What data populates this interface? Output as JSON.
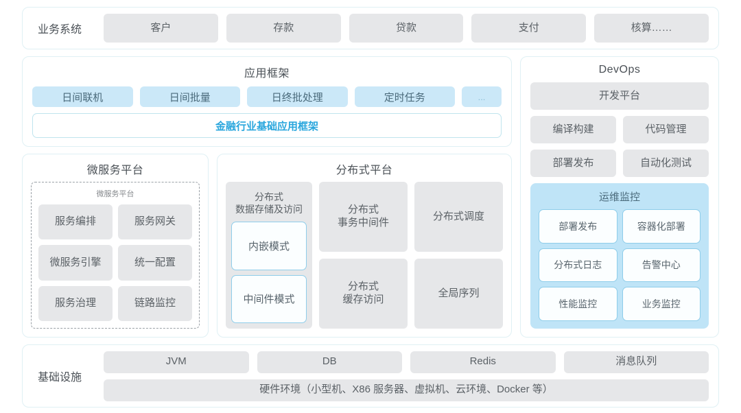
{
  "business_systems": {
    "label": "业务系统",
    "items": [
      "客户",
      "存款",
      "贷款",
      "支付",
      "核算……"
    ]
  },
  "application_framework": {
    "title": "应用框架",
    "chips": [
      "日间联机",
      "日间批量",
      "日终批处理",
      "定时任务",
      "..."
    ],
    "base_bar": "金融行业基础应用框架",
    "accent_color": "#29a6dd"
  },
  "microservice_platform": {
    "title": "微服务平台",
    "subtitle": "微服务平台",
    "items": [
      "服务编排",
      "服务网关",
      "微服务引擎",
      "统一配置",
      "服务治理",
      "链路监控"
    ]
  },
  "distributed_platform": {
    "title": "分布式平台",
    "storage_column": {
      "title": "分布式\n数据存储及访问",
      "title_line1": "分布式",
      "title_line2": "数据存储及访问",
      "modes": [
        "内嵌模式",
        "中间件模式"
      ]
    },
    "cells": [
      {
        "line1": "分布式",
        "line2": "事务中间件"
      },
      {
        "line1": "分布式调度",
        "line2": ""
      },
      {
        "line1": "分布式",
        "line2": "缓存访问"
      },
      {
        "line1": "全局序列",
        "line2": ""
      }
    ]
  },
  "devops": {
    "title": "DevOps",
    "platform": "开发平台",
    "rows": [
      [
        "编译构建",
        "代码管理"
      ],
      [
        "部署发布",
        "自动化测试"
      ]
    ],
    "ops_monitoring": {
      "title": "运维监控",
      "items": [
        "部署发布",
        "容器化部署",
        "分布式日志",
        "告警中心",
        "性能监控",
        "业务监控"
      ],
      "background_color": "#bfe4f7"
    }
  },
  "infrastructure": {
    "label": "基础设施",
    "items": [
      "JVM",
      "DB",
      "Redis",
      "消息队列"
    ],
    "hardware": "硬件环境（小型机、X86 服务器、虚拟机、云环境、Docker 等）"
  }
}
